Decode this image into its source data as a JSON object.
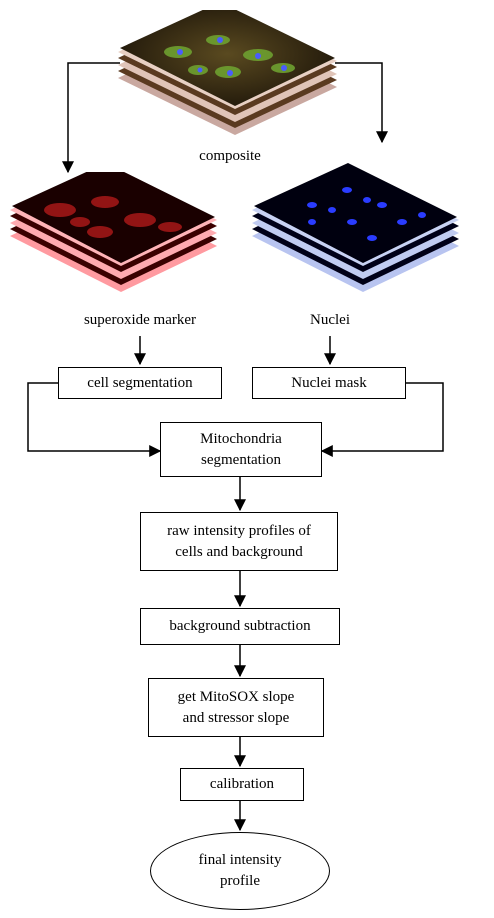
{
  "images": {
    "composite": {
      "label": "composite",
      "icon": "composite-cell-image-stack-icon",
      "colors": [
        "#3b2a10",
        "#6b8a2a",
        "#d9c0b0"
      ]
    },
    "marker": {
      "label": "superoxide marker",
      "icon": "superoxide-marker-image-stack-icon",
      "colors": [
        "#1a0000",
        "#b01818",
        "#ff9aa0"
      ]
    },
    "nuclei": {
      "label": "Nuclei",
      "icon": "nuclei-image-stack-icon",
      "colors": [
        "#000018",
        "#2030ff",
        "#b8c4f0"
      ]
    }
  },
  "steps": {
    "cell_segmentation": "cell segmentation",
    "nuclei_mask": "Nuclei mask",
    "mito_line1": "Mitochondria",
    "mito_line2": "segmentation",
    "raw_line1": "raw intensity profiles of",
    "raw_line2": "cells and background",
    "background_subtraction": "background subtraction",
    "slope_line1": "get MitoSOX slope",
    "slope_line2": "and stressor slope",
    "calibration": "calibration",
    "final_line1": "final intensity",
    "final_line2": "profile"
  }
}
